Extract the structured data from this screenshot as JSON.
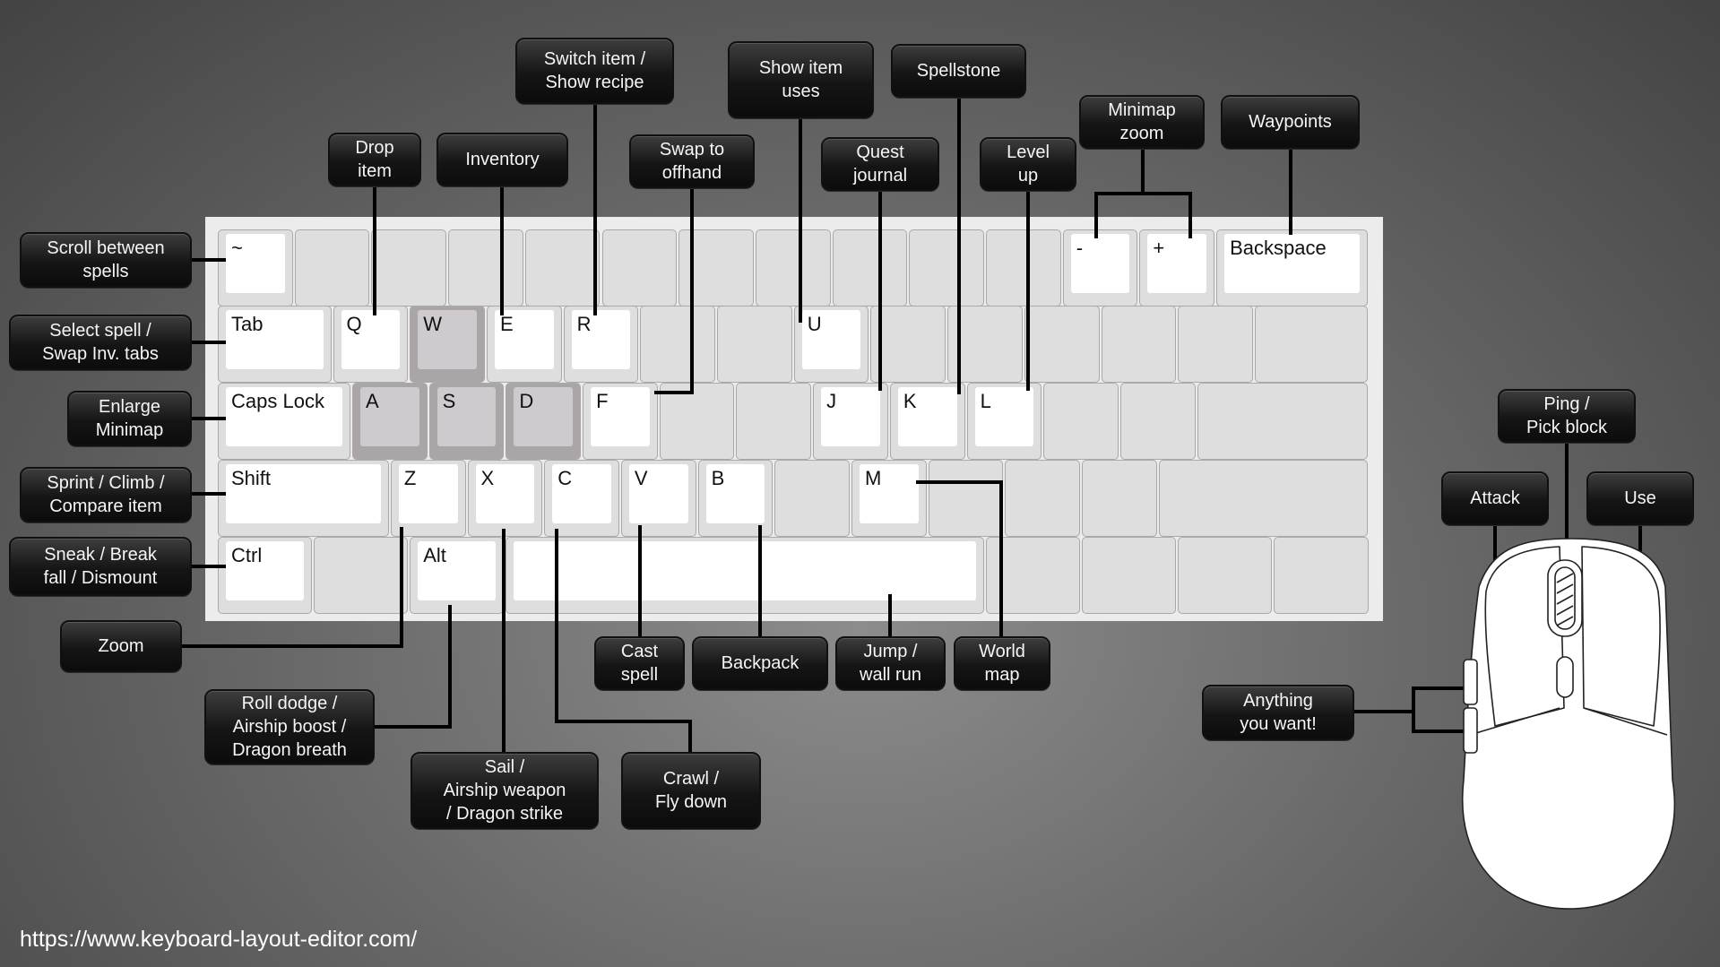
{
  "footer": {
    "url": "https://www.keyboard-layout-editor.com/"
  },
  "colors": {
    "key_base": "#dedede",
    "key_cap": "#fbfbfb",
    "wasd_key": "#aaa6a8",
    "callout": "#141414",
    "line": "#000000"
  },
  "keys": {
    "tilde": "~",
    "minus": "-",
    "plus": "+",
    "backspace": "Backspace",
    "tab": "Tab",
    "q": "Q",
    "w": "W",
    "e": "E",
    "r": "R",
    "u": "U",
    "caps_lock": "Caps Lock",
    "a": "A",
    "s": "S",
    "d": "D",
    "f": "F",
    "j": "J",
    "k": "K",
    "l": "L",
    "shift": "Shift",
    "z": "Z",
    "x": "X",
    "c": "C",
    "v": "V",
    "b": "B",
    "m": "M",
    "ctrl": "Ctrl",
    "alt": "Alt"
  },
  "callouts": {
    "scroll_spells": "Scroll between\nspells",
    "select_spell": "Select spell /\nSwap Inv. tabs",
    "enlarge_minimap": "Enlarge\nMinimap",
    "sprint": "Sprint / Climb /\nCompare item",
    "sneak": "Sneak / Break\nfall / Dismount",
    "zoom": "Zoom",
    "roll_dodge": "Roll dodge /\nAirship boost /\nDragon breath",
    "sail": "Sail /\nAirship weapon\n/ Dragon strike",
    "crawl": "Crawl /\nFly down",
    "cast_spell": "Cast\nspell",
    "backpack": "Backpack",
    "jump": "Jump /\nwall run",
    "world_map": "World\nmap",
    "drop_item": "Drop\nitem",
    "inventory": "Inventory",
    "switch_item": "Switch item /\nShow recipe",
    "swap_offhand": "Swap to\noffhand",
    "show_item_uses": "Show item\nuses",
    "quest_journal": "Quest\njournal",
    "spellstone": "Spellstone",
    "level_up": "Level\nup",
    "minimap_zoom": "Minimap\nzoom",
    "waypoints": "Waypoints",
    "ping": "Ping /\nPick block",
    "attack": "Attack",
    "use": "Use",
    "anything": "Anything\nyou want!"
  }
}
